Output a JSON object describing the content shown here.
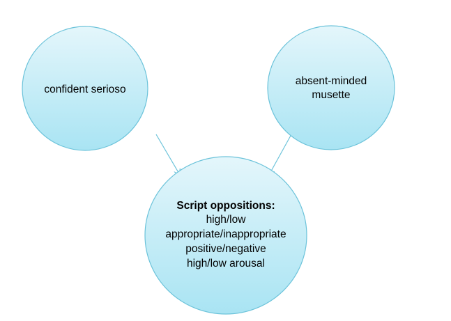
{
  "nodes": {
    "left": {
      "lines": [
        "confident serioso"
      ]
    },
    "right": {
      "lines": [
        "absent-minded",
        "musette"
      ]
    },
    "bottom": {
      "title": "Script oppositions:",
      "lines": [
        "high/low",
        "appropriate/inappropriate",
        "positive/negative",
        "high/low arousal"
      ]
    }
  },
  "colors": {
    "node_fill_top": "#e4f6fb",
    "node_fill_bottom": "#a9e4f3",
    "node_stroke": "#6cc3da",
    "arrow": "#6cc3da"
  }
}
